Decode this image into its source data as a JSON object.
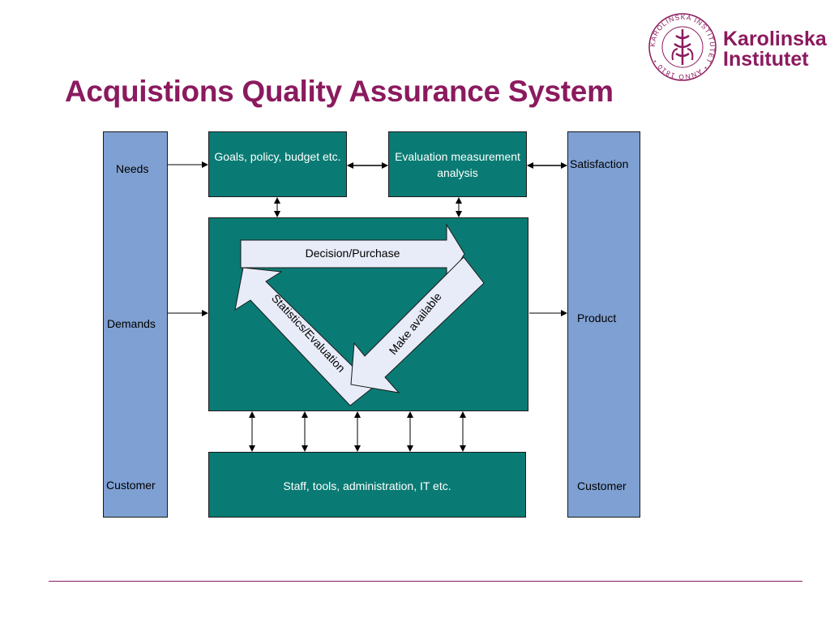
{
  "title": "Acquistions Quality Assurance System",
  "logo": {
    "seal_text": "KAROLINSKA INSTITUTET * ANNO 1810 *",
    "name_line1": "Karolinska",
    "name_line2": "Institutet"
  },
  "left_column": {
    "needs": "Needs",
    "demands": "Demands",
    "customer": "Customer"
  },
  "right_column": {
    "satisfaction": "Satisfaction",
    "product": "Product",
    "customer": "Customer"
  },
  "boxes": {
    "goals": "Goals, policy, budget etc.",
    "evaluation": "Evaluation measurement analysis",
    "staff": "Staff, tools, administration, IT etc."
  },
  "cycle": {
    "decision": "Decision/Purchase",
    "make_available": "Make available",
    "statistics": "Statistics/Evaluation"
  },
  "colors": {
    "title": "#8b1a5e",
    "teal_box": "#0a7b74",
    "blue_column": "#7fa0d2",
    "arrow_fill": "#e8ecf8"
  }
}
